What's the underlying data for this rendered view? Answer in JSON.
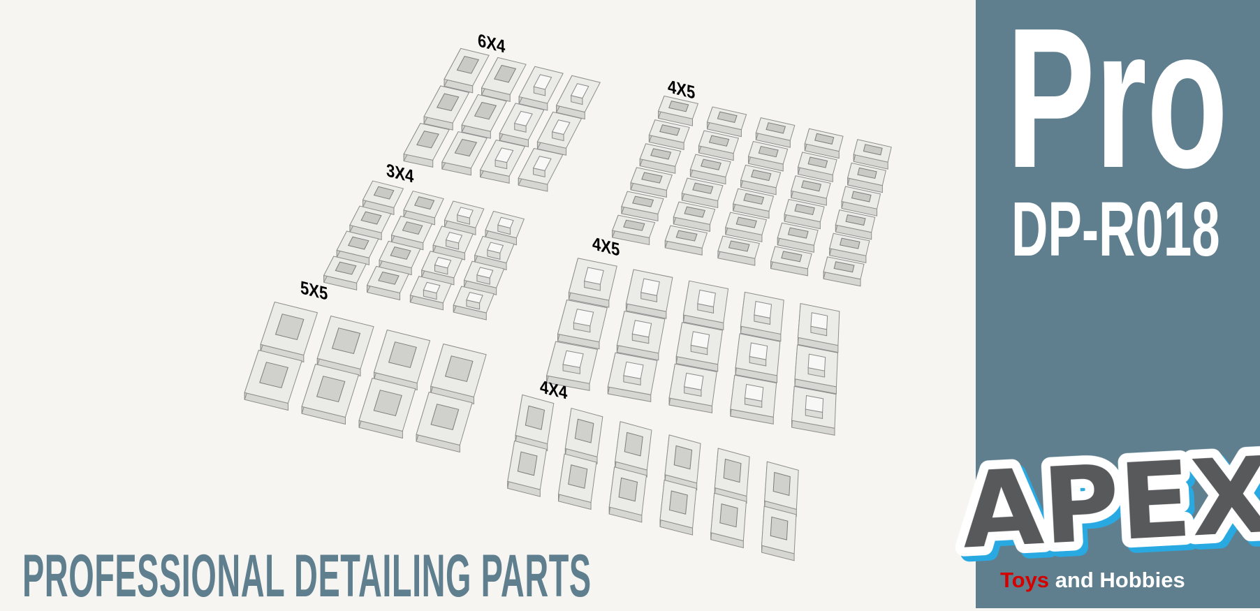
{
  "groups": [
    {
      "label": "6X4"
    },
    {
      "label": "4X5"
    },
    {
      "label": "3X4"
    },
    {
      "label": "4X5"
    },
    {
      "label": "5X5"
    },
    {
      "label": "4X4"
    }
  ],
  "tagline": "PROFESSIONAL DETAILING PARTS",
  "panel": {
    "title": "Pro",
    "product_code": "DP-R018",
    "logo_text": "APEX",
    "subtitle_red": "Toys",
    "subtitle_white": "and Hobbies"
  },
  "colors": {
    "background": "#f6f5f1",
    "panel": "#5f7f8f",
    "tagline": "#5f7f8f",
    "logo_fill": "#58595b",
    "logo_outline": "#ffffff",
    "logo_shadow": "#29a9e1",
    "subtitle_red": "#d40000"
  }
}
